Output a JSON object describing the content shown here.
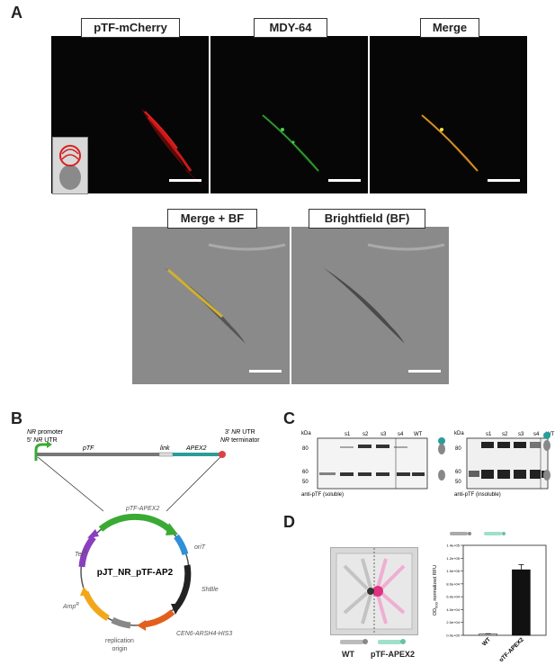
{
  "panel_a": {
    "letter": "A",
    "labels": [
      "pTF-mCherry",
      "MDY-64",
      "Merge",
      "Merge + BF",
      "Brightfield (BF)"
    ]
  },
  "panel_b": {
    "letter": "B",
    "nr_promoter_1": "NR",
    "nr_promoter_2": " promoter",
    "utr5_1": "5' ",
    "utr5_2": "NR",
    "utr5_3": " UTR",
    "utr3_1": "3' ",
    "utr3_2": "NR",
    "utr3_3": " UTR",
    "term_1": "NR",
    "term_2": " terminator",
    "ptf": "pTF",
    "link": "link",
    "apex2": "APEX2",
    "plasmid_name": "pJT_NR_pTF-AP2",
    "features": {
      "ptf_apex2": "pTF-APEX2",
      "orit": "oriT",
      "shble": "ShBle",
      "cen6": "CEN6-ARSH4-HIS3",
      "replication": "replication",
      "origin": "origin",
      "amp": "Amp",
      "amp_sup": "R",
      "tet": "Tet",
      "tet_sup": "R"
    },
    "colors": {
      "ptf_apex2": "#3aaa35",
      "orit": "#2f8fd8",
      "shble": "#222222",
      "cen6": "#e2601e",
      "replication": "#888888",
      "amp": "#f2a71b",
      "tet": "#8a3fbf",
      "apex2_bar": "#2a9d9a",
      "arrow_green": "#3aaa35",
      "terminator_red": "#e04040"
    }
  },
  "panel_c": {
    "letter": "C",
    "kda": "kDa",
    "lanes": [
      "s1",
      "s2",
      "s3",
      "s4",
      "WT"
    ],
    "markers": [
      "80",
      "60",
      "50"
    ],
    "soluble_label": "anti-pTF (soluble)",
    "insoluble_label": "anti-pTF (insoluble)"
  },
  "panel_d": {
    "letter": "D",
    "wt": "WT",
    "ptf_apex2": "pTF-APEX2",
    "chart_data": {
      "type": "bar",
      "categories": [
        "WT",
        "pTF-APEX2"
      ],
      "values": [
        2000,
        102000
      ],
      "errors": [
        500,
        8000
      ],
      "ylabel": "OD",
      "ylabel_sub": "600",
      "ylabel_rest": " normalized RFU",
      "ylim": [
        0,
        140000
      ],
      "ticks": [
        "0.0e+00",
        "2.0e+04",
        "4.0e+04",
        "6.0e+04",
        "8.0e+04",
        "1.0e+05",
        "1.2e+05",
        "1.4e+05"
      ],
      "tick_values": [
        0,
        20000,
        40000,
        60000,
        80000,
        100000,
        120000,
        140000
      ],
      "bar_color": "#111111"
    }
  }
}
